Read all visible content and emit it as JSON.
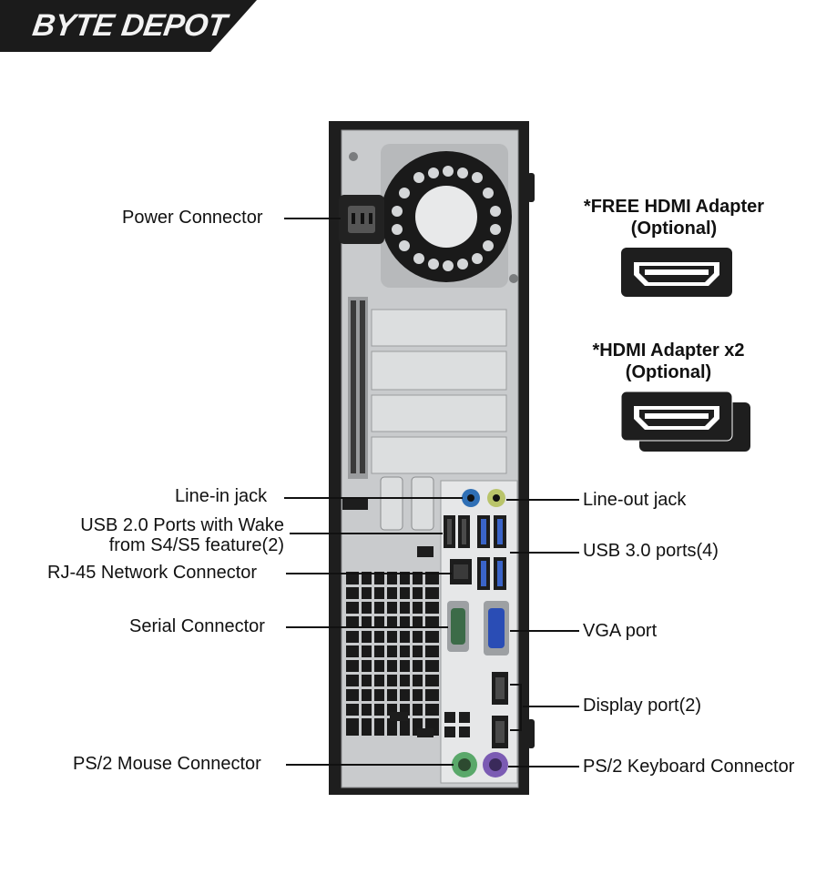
{
  "brand": {
    "name": "BYTE DEPOT"
  },
  "left_labels": {
    "power_connector": "Power Connector",
    "line_in": "Line-in jack",
    "usb20_line1": "USB 2.0  Ports with Wake",
    "usb20_line2": "from S4/S5 feature(2)",
    "rj45": "RJ-45 Network Connector",
    "serial": "Serial Connector",
    "ps2_mouse": "PS/2 Mouse Connector"
  },
  "right_labels": {
    "line_out": "Line-out jack",
    "usb30": "USB 3.0 ports(4)",
    "vga": "VGA port",
    "display_port": "Display port(2)",
    "ps2_keyboard": "PS/2 Keyboard Connector"
  },
  "adapters": {
    "free_line1": "*FREE HDMI Adapter",
    "free_line2": "(Optional)",
    "x2_line1": "*HDMI Adapter x2",
    "x2_line2": "(Optional)"
  },
  "colors": {
    "line_in_jack": "#2f6fb5",
    "line_out_jack": "#b9c46a",
    "usb3_blue": "#3a64c8",
    "vga_blue": "#2a4db5",
    "serial_green": "#3c6b48",
    "ps2_mouse_green": "#5aa86a",
    "ps2_keyboard_purple": "#7b5bb3"
  }
}
